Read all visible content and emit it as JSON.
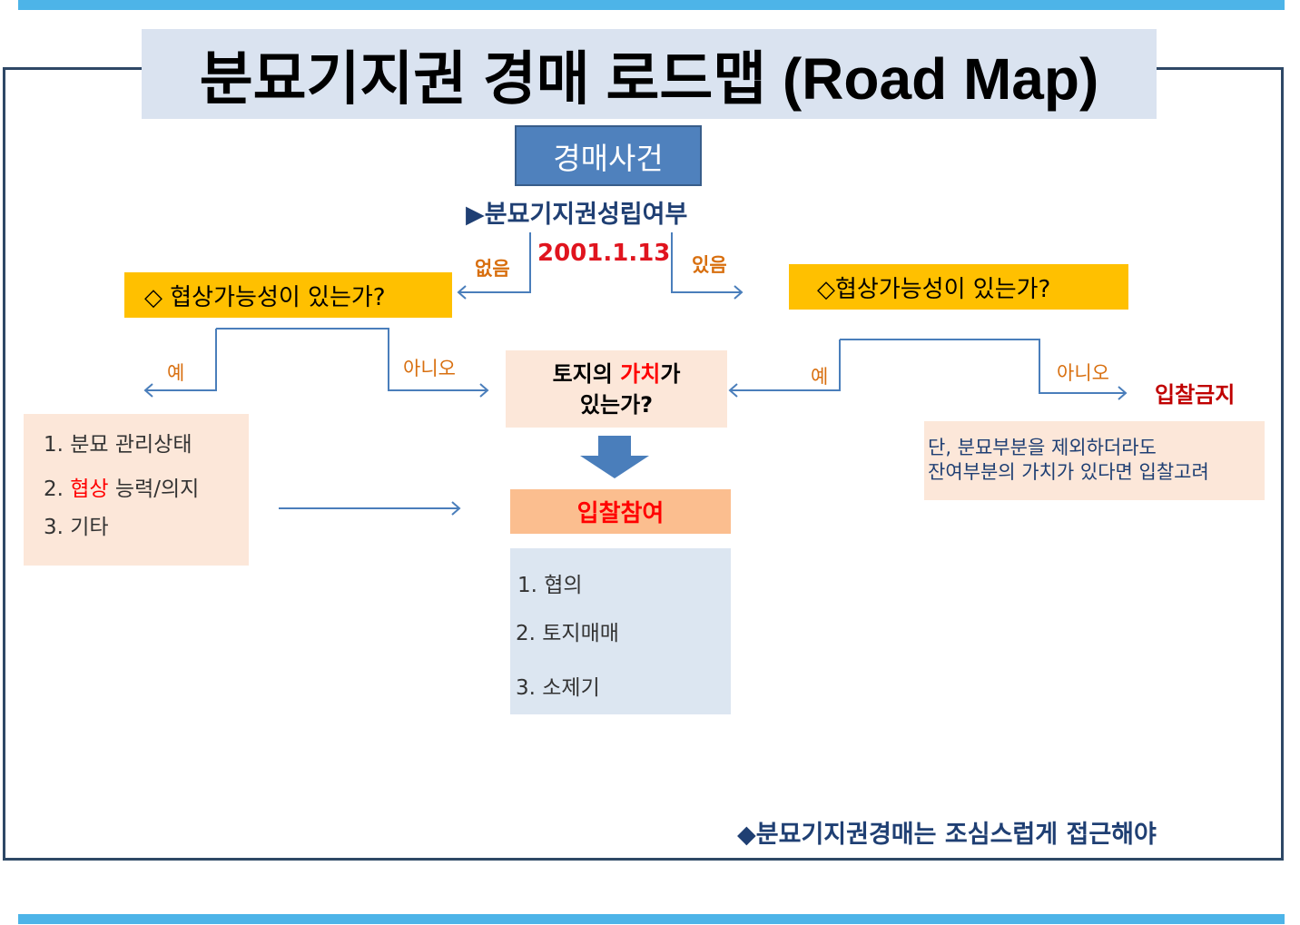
{
  "title": "분묘기지권 경매 로드맵 (Road Map)",
  "event": "경매사건",
  "establishment_check": "▶분묘기지권성립여부",
  "cutoff_date": "2001.1.13",
  "branch_none": "없음",
  "branch_exists": "있음",
  "left_question": "◇ 협상가능성이 있는가?",
  "right_question": "◇협상가능성이 있는가?",
  "left_yes": "예",
  "left_no": "아니오",
  "right_yes": "예",
  "right_no": "아니오",
  "value_question": {
    "line1_prefix": "토지의 ",
    "line1_highlight": "가치",
    "line1_suffix": "가",
    "line2": "있는가?"
  },
  "left_list": {
    "item1": "1. 분묘 관리상태",
    "item2_prefix": "2. ",
    "item2_highlight": "협상",
    "item2_suffix": " 능력/의지",
    "item3": "3. 기타"
  },
  "bid_participate": "입찰참여",
  "bid_list": [
    "1. 협의",
    "2. 토지매매",
    "3. 소제기"
  ],
  "bid_forbidden": "입찰금지",
  "note": {
    "line1": "단, 분묘부분을 제외하더라도",
    "line2": "잔여부분의 가치가 있다면 입찰고려"
  },
  "footer": "◆분묘기지권경매는 조심스럽게 접근해야",
  "colors": {
    "band": "#4db4e8",
    "frame": "#2e4866",
    "gold": "#ffc000",
    "peach": "#fce7d9",
    "bid_orange": "#fbbe8f",
    "light_blue": "#dce6f1",
    "event_blue": "#4f81bd",
    "highlight_red": "#ff0000",
    "branch_orange": "#d86f0f"
  }
}
